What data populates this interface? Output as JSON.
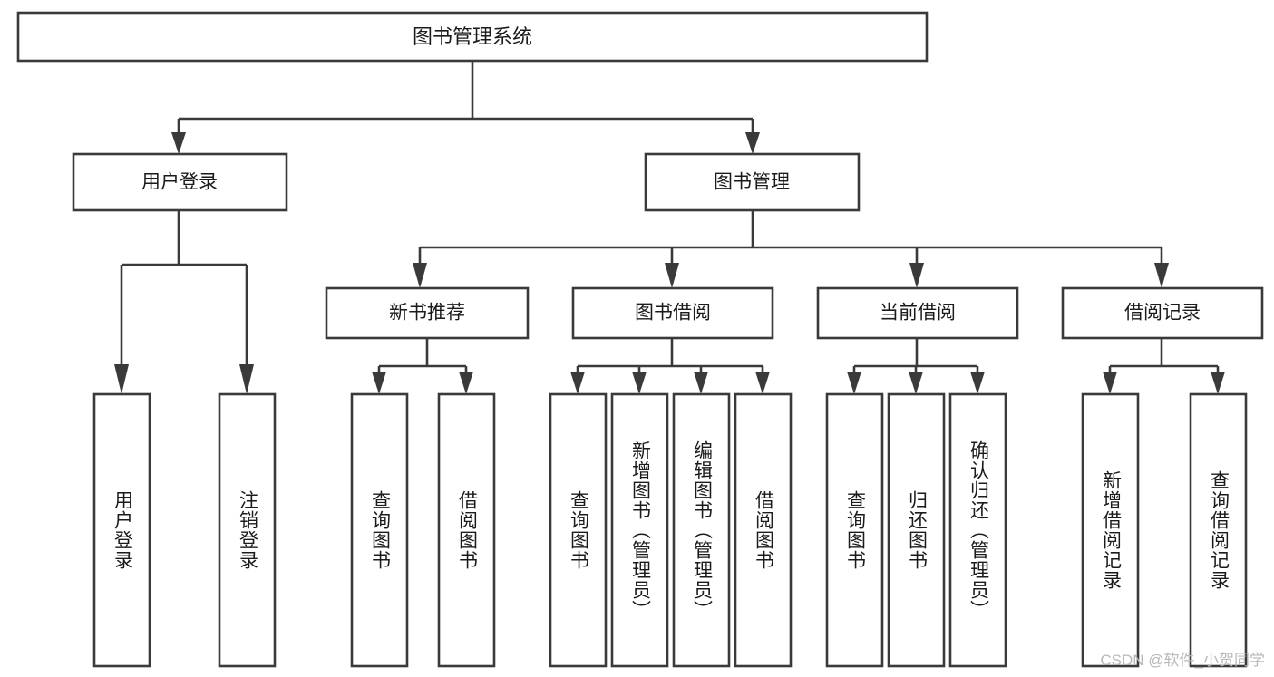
{
  "diagram": {
    "type": "tree",
    "title": "图书管理系统",
    "orientation": "top-down",
    "colors": {
      "box_stroke": "#3a3a3a",
      "box_fill": "#ffffff",
      "line": "#3a3a3a",
      "text": "#1b1b1b",
      "watermark": "#b8b8b8",
      "background": "#ffffff"
    },
    "root": {
      "label": "图书管理系统"
    },
    "level2": [
      {
        "label": "用户登录"
      },
      {
        "label": "图书管理"
      }
    ],
    "level3": [
      {
        "label": "新书推荐"
      },
      {
        "label": "图书借阅"
      },
      {
        "label": "当前借阅"
      },
      {
        "label": "借阅记录"
      }
    ],
    "leaves_user_login": [
      {
        "label": "用户登录"
      },
      {
        "label": "注销登录"
      }
    ],
    "leaves_new_book": [
      {
        "label": "查询图书"
      },
      {
        "label": "借阅图书"
      }
    ],
    "leaves_borrow": [
      {
        "label": "查询图书"
      },
      {
        "label": "新增图书（管理员）"
      },
      {
        "label": "编辑图书（管理员）"
      },
      {
        "label": "借阅图书"
      }
    ],
    "leaves_current": [
      {
        "label": "查询图书"
      },
      {
        "label": "归还图书"
      },
      {
        "label": "确认归还（管理员）"
      }
    ],
    "leaves_records": [
      {
        "label": "新增借阅记录"
      },
      {
        "label": "查询借阅记录"
      }
    ],
    "watermark": "CSDN @软件_小贺同学"
  }
}
